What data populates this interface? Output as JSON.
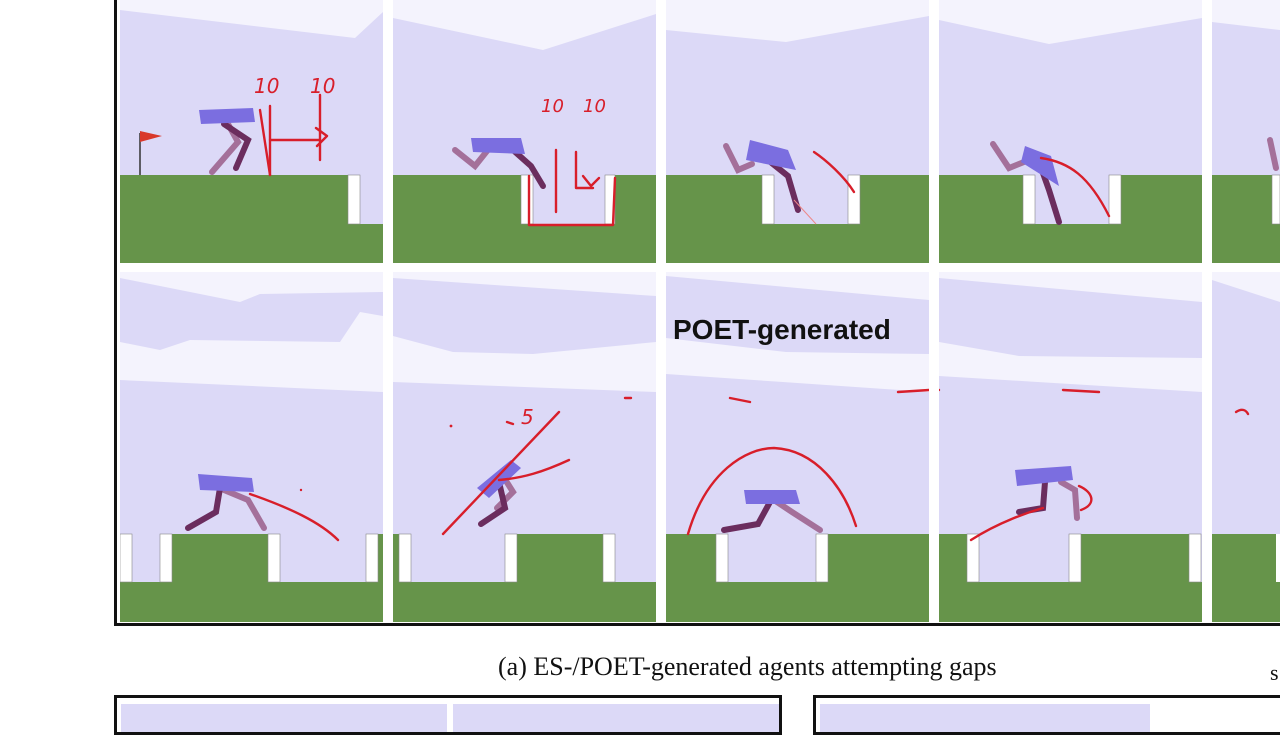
{
  "figure": {
    "row_label": "POET-generated",
    "caption": "(a) ES-/POET-generated agents attempting gaps",
    "stray_caption_mark": "s"
  },
  "colors": {
    "sky": "#dcd9f7",
    "mountain": "#f4f3fd",
    "ground": "#66944a",
    "hull": "#7b6ee0",
    "leg_near": "#6b2d5e",
    "leg_far": "#a4709a",
    "annotation_ink": "#d81e2a",
    "flag": "#d9382b"
  },
  "annotations": {
    "top_1_left": "10",
    "top_1_right": "10",
    "top_2_left": "10",
    "top_2_right": "10",
    "bottom_2_note": "5"
  },
  "icons": {
    "start_flag": "red-flag"
  }
}
